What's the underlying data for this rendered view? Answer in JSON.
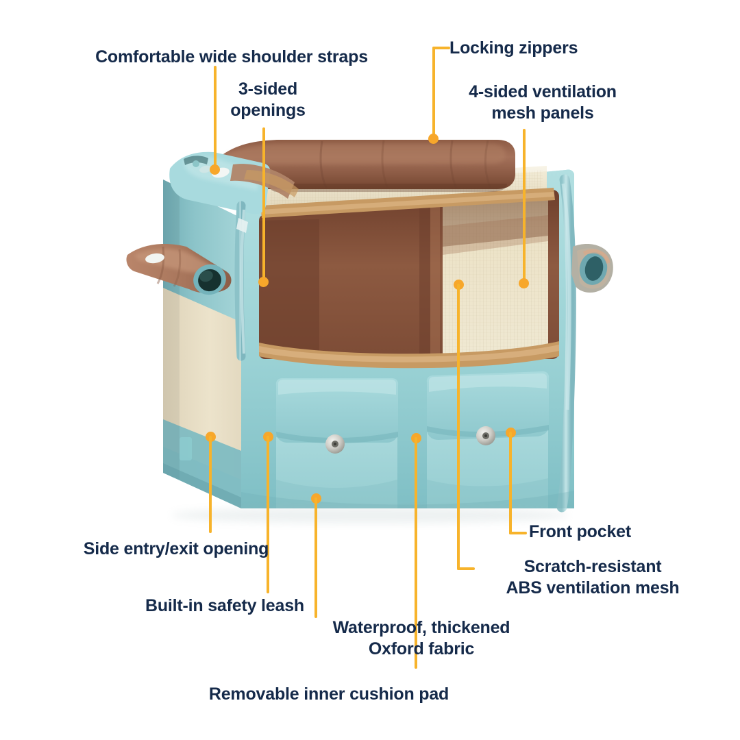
{
  "page": {
    "type": "product-feature-infographic",
    "subject": "pet carrier bag",
    "background_color": "#ffffff",
    "text_color": "#152a4a",
    "leader_color": "#F7B32B",
    "dot_color": "#F7A72B"
  },
  "product_colors": {
    "teal_body": "#9ed4d6",
    "teal_light": "#aadde0",
    "teal_dark": "#6fb6bd",
    "teal_shadow": "#5f9fa8",
    "cream_panel": "#ece2c9",
    "cream_mesh": "#efe7d2",
    "leather_brown": "#8a5a45",
    "leather_brown_light": "#9c6c52",
    "leather_dark": "#6f4434",
    "tan_trim": "#c79a63",
    "snap_silver": "#cfcfcb"
  },
  "labels": [
    {
      "id": "shoulder-straps",
      "text": "Comfortable wide shoulder straps",
      "align": "center"
    },
    {
      "id": "three-sided",
      "text": "3-sided\nopenings",
      "align": "center"
    },
    {
      "id": "locking-zippers",
      "text": "Locking zippers",
      "align": "left"
    },
    {
      "id": "ventilation-mesh",
      "text": "4-sided ventilation\nmesh panels",
      "align": "center"
    },
    {
      "id": "front-pocket",
      "text": "Front pocket",
      "align": "left"
    },
    {
      "id": "abs-mesh",
      "text": "Scratch-resistant\nABS ventilation mesh",
      "align": "center"
    },
    {
      "id": "side-entry",
      "text": "Side entry/exit opening",
      "align": "center"
    },
    {
      "id": "safety-leash",
      "text": "Built-in safety leash",
      "align": "center"
    },
    {
      "id": "oxford-fabric",
      "text": "Waterproof, thickened\nOxford fabric",
      "align": "center"
    },
    {
      "id": "cushion-pad",
      "text": "Removable inner cushion pad",
      "align": "center"
    }
  ]
}
